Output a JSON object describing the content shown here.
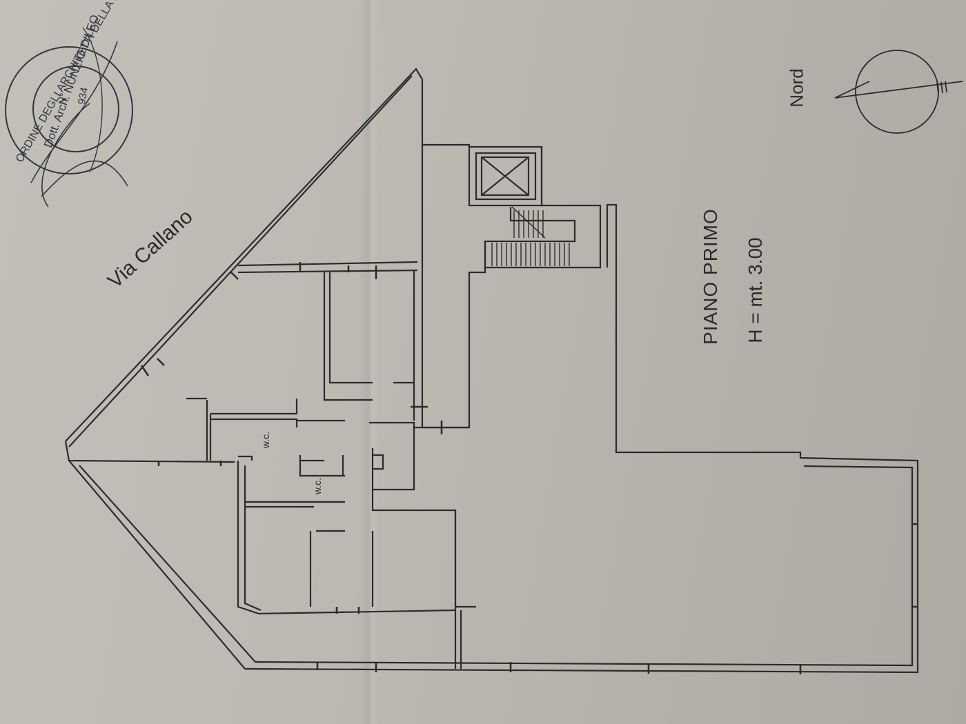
{
  "drawing": {
    "street_label": "Via Callano",
    "floor_title": "PIANO PRIMO",
    "floor_height": "H = mt. 3.00",
    "north_label": "Nord",
    "wc_labels": [
      "w.c.",
      "w.c."
    ]
  },
  "stamp": {
    "text_outer": "ORDINE DEGLI ARCHITETTI DELLA PROVINCIA DI BARI",
    "text_inner": "Dott. Arch. NUNZIO D'LEO",
    "number_label": "N°",
    "number": "934"
  },
  "colors": {
    "paper": "#bdb9b2",
    "ink": "#2a2a2a",
    "stamp_ink": "#33343f"
  }
}
